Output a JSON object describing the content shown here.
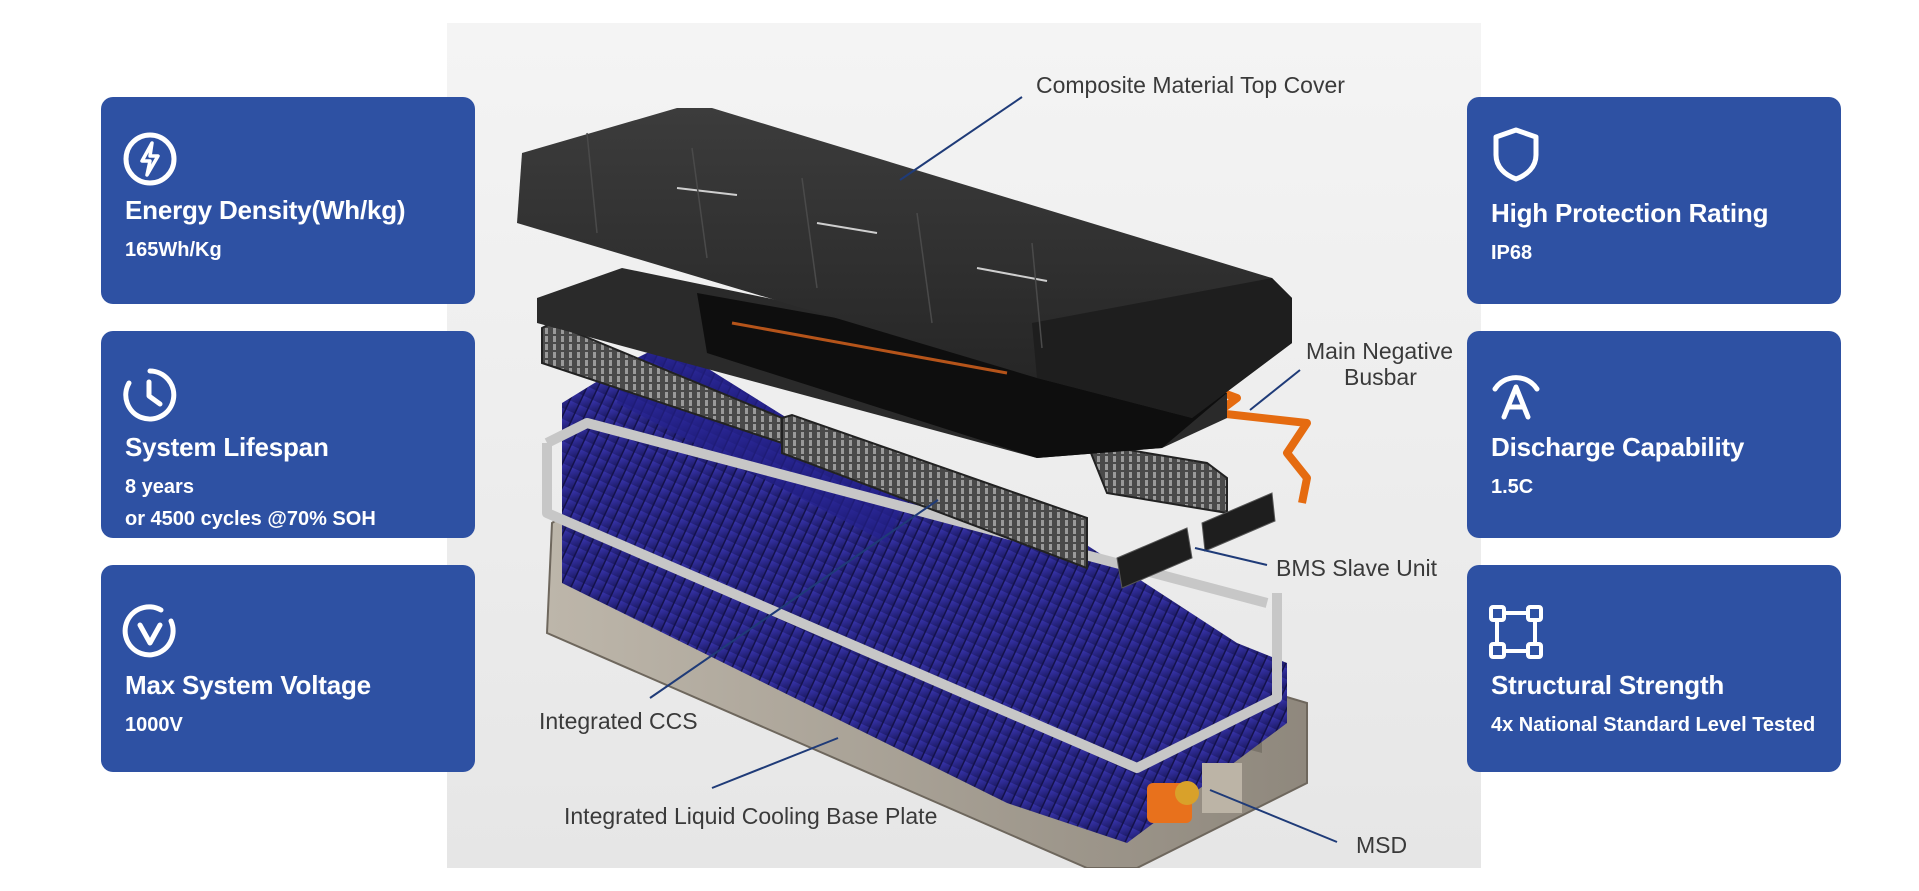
{
  "left_cards": [
    {
      "icon": "lightning-circle-icon",
      "title": "Energy Density(Wh/kg)",
      "lines": [
        "165Wh/Kg"
      ]
    },
    {
      "icon": "clock-icon",
      "title": "System Lifespan",
      "lines": [
        "8 years",
        "or 4500 cycles @70% SOH"
      ]
    },
    {
      "icon": "checkmark-circle-icon",
      "title": "Max System Voltage",
      "lines": [
        "1000V"
      ]
    }
  ],
  "right_cards": [
    {
      "icon": "shield-icon",
      "title": "High Protection Rating",
      "lines": [
        "IP68"
      ]
    },
    {
      "icon": "ampere-gauge-icon",
      "title": "Discharge Capability",
      "lines": [
        "1.5C"
      ]
    },
    {
      "icon": "structure-frame-icon",
      "title": "Structural Strength",
      "lines": [
        "4x National Standard Level Tested"
      ]
    }
  ],
  "callouts": {
    "top_cover": "Composite Material Top Cover",
    "busbar_line1": "Main Negative",
    "busbar_line2": "Busbar",
    "bms": "BMS Slave Unit",
    "ccs": "Integrated CCS",
    "cooling": "Integrated Liquid Cooling Base Plate",
    "msd": "MSD"
  },
  "colors": {
    "card_bg": "#2e51a3",
    "leader_line": "#1f3b78",
    "cells": "#2a2a8c",
    "cover": "#2f2f2f"
  }
}
